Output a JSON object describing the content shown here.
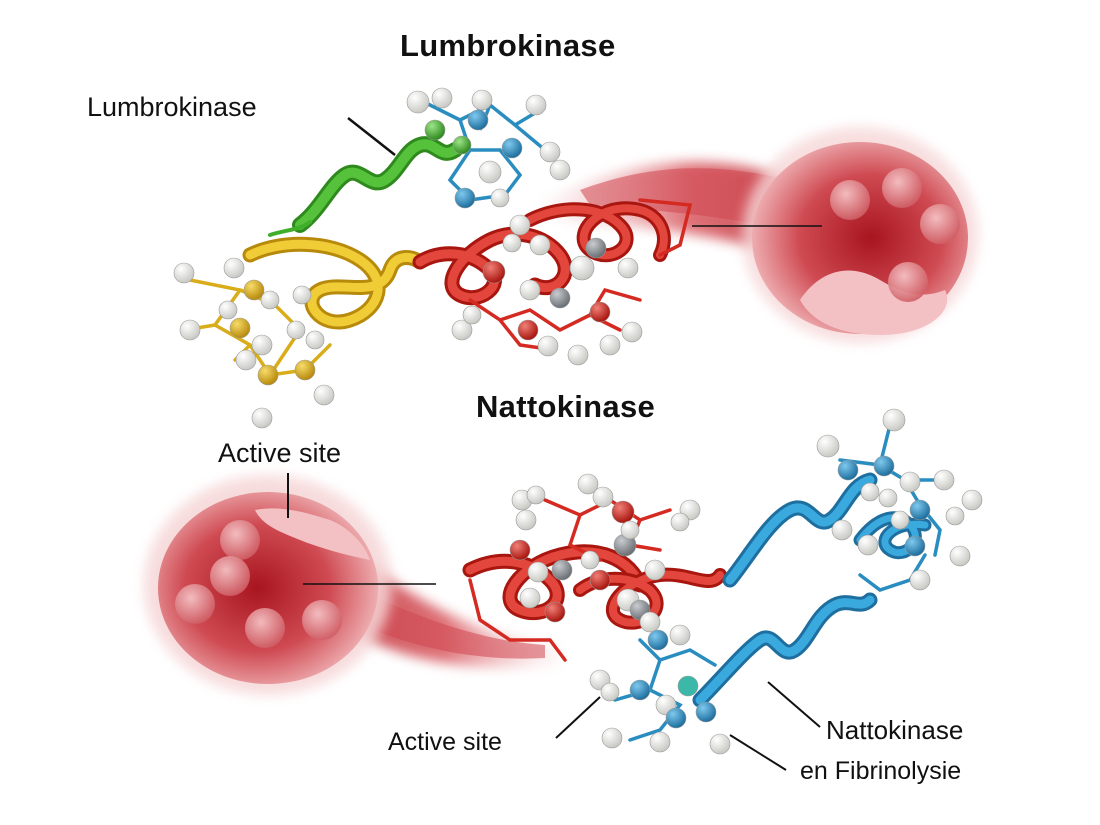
{
  "titles": {
    "top": "Lumbrokinase",
    "middle": "Nattokinase"
  },
  "callouts": {
    "lumbrokinase": "Lumbrokinase",
    "active_site_upper": "Active site",
    "active_site_lower": "Active site",
    "nattokinase": "Nattokinase",
    "fibrinolysis": "en Fibrinolysie"
  },
  "colors": {
    "green_helix": "#3fae2a",
    "yellow_domain": "#e0b81e",
    "red_domain": "#d42a22",
    "blue_domain": "#2f9fd2",
    "clot_red": "#b8222e",
    "clot_pink": "#f2b5b8",
    "atom_white": "#f0f0ec",
    "atom_gray": "#8a8f95"
  }
}
